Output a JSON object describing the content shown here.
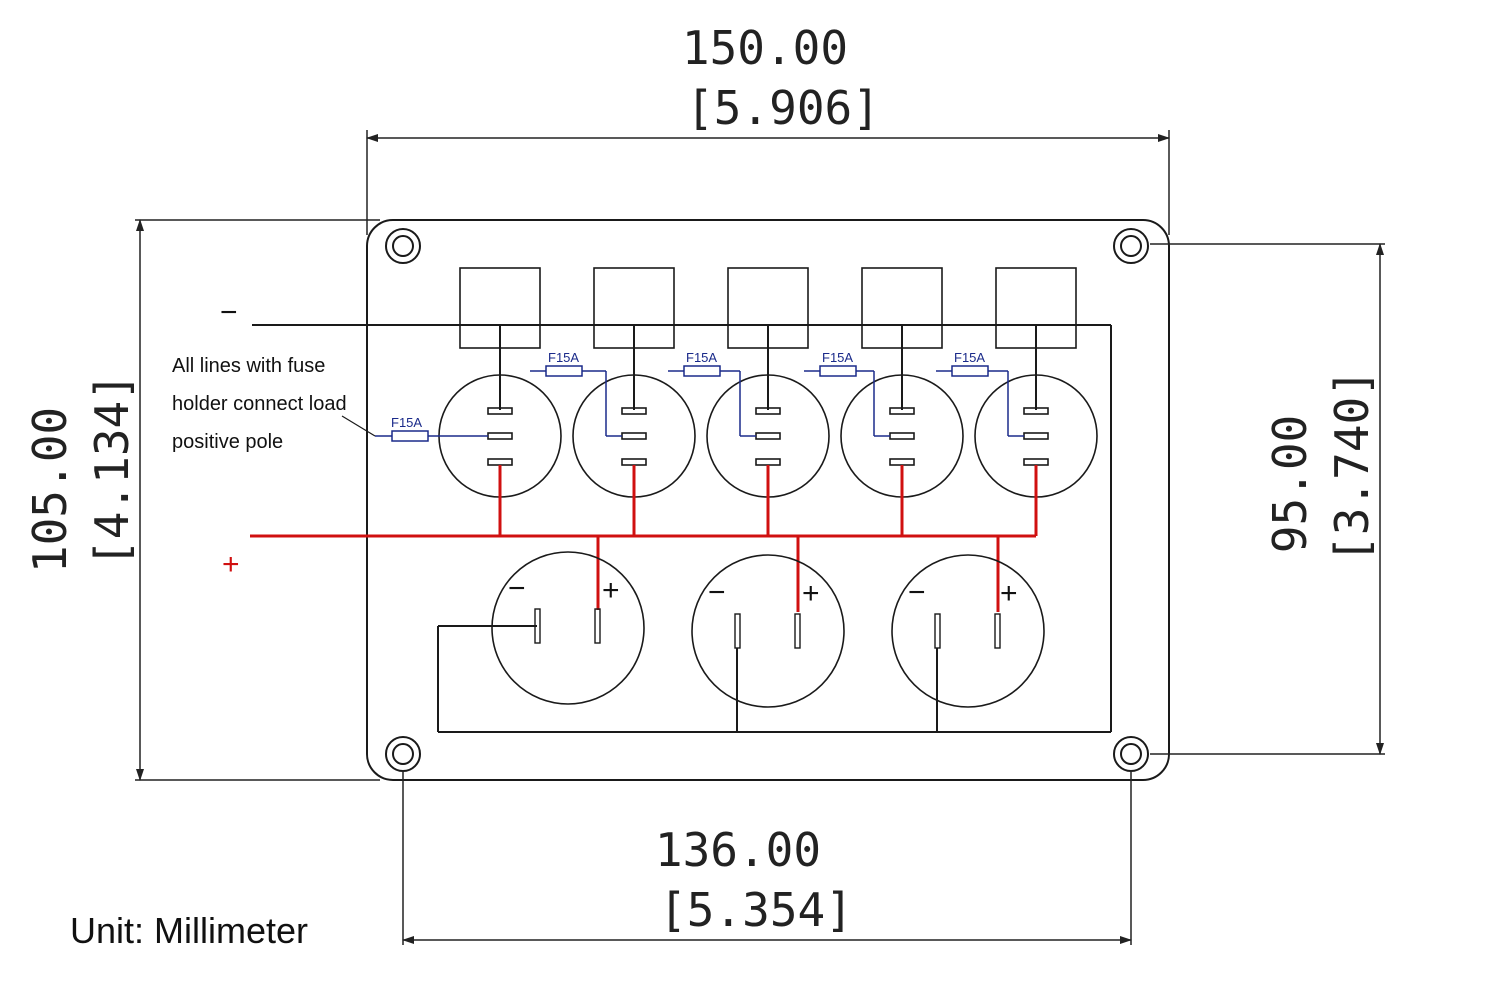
{
  "dimensions": {
    "width_mm": "150.00",
    "width_in": "[5.906]",
    "height_mm": "105.00",
    "height_in": "[4.134]",
    "hole_v_mm": "95.00",
    "hole_v_in": "[3.740]",
    "hole_h_mm": "136.00",
    "hole_h_in": "[5.354]"
  },
  "labels": {
    "negative": "−",
    "positive": "+",
    "note_line1": "All lines with fuse",
    "note_line2": "holder connect load",
    "note_line3": "positive pole",
    "fuse": "F15A",
    "unit": "Unit: Millimeter"
  },
  "colors": {
    "positive_wire": "#d01010",
    "fuse_wire": "#1a2a8a",
    "outline": "#1a1a1a"
  }
}
